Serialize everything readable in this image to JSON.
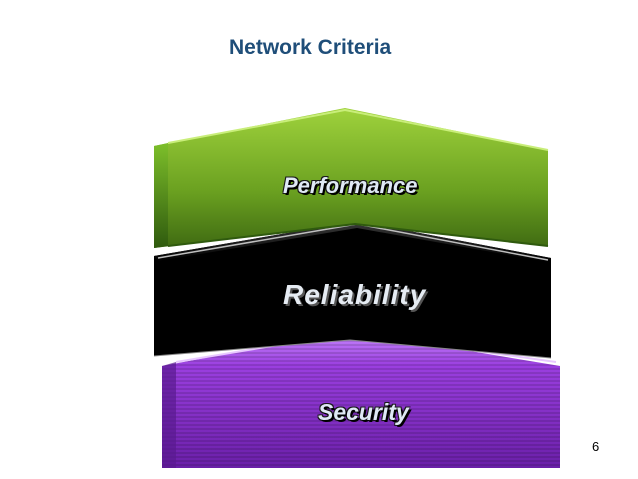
{
  "title": "Network Criteria",
  "page_number": "6",
  "layers": [
    {
      "label": "Performance",
      "color": "#6aa020"
    },
    {
      "label": "Reliability",
      "color": "#000000"
    },
    {
      "label": "Security",
      "color": "#8b2fc9"
    }
  ]
}
